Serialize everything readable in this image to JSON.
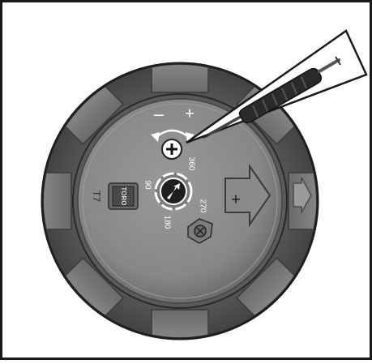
{
  "labels": {
    "minus": "–",
    "plus_adjust": "+",
    "scale_360": "360",
    "scale_270": "270",
    "scale_180": "180",
    "scale_90": "90",
    "model": "T7",
    "brand": "TORO",
    "plus_arrow": "+"
  },
  "icons": {
    "adjust_screw": "plus-circle-icon",
    "direction_arrow": "arrow-icon",
    "rotation_arrows": "curved-double-arrow-icon",
    "tool": "screwdriver-icon",
    "nozzle_screw": "screw-icon"
  },
  "colors": {
    "frame": "#1a1a1a",
    "body_dark": "#4d4d4d",
    "body_mid": "#6e6e6e",
    "face": "#8a8a8a",
    "tabs": "#7a7a7a",
    "white": "#ffffff"
  }
}
